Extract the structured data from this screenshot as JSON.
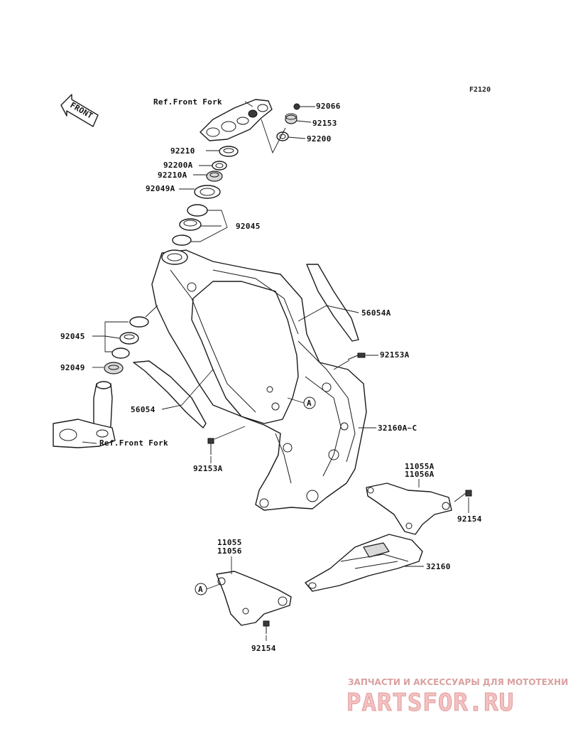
{
  "diagram_code": "F2120",
  "front_arrow_label": "FRONT",
  "ref_labels": {
    "top": "Ref.Front Fork",
    "bottom": "Ref.Front Fork"
  },
  "callout_marker": "A",
  "part_numbers": {
    "p92066": "92066",
    "p92153": "92153",
    "p92200": "92200",
    "p92210": "92210",
    "p92200A": "92200A",
    "p92210A": "92210A",
    "p92049A": "92049A",
    "p92045_top": "92045",
    "p56054A": "56054A",
    "p92153A_right": "92153A",
    "p92045_left": "92045",
    "p92049": "92049",
    "p56054": "56054",
    "p32160AC": "32160A~C",
    "p92153A_left": "92153A",
    "p11055A": "11055A",
    "p11056A": "11056A",
    "p92154_right": "92154",
    "p11055": "11055",
    "p11056": "11056",
    "p32160": "32160",
    "p92154_bottom": "92154"
  },
  "watermark": {
    "tagline": "ЗАПЧАСТИ И АКСЕССУАРЫ ДЛЯ МОТОТЕХНИКИ",
    "brand": "PARTSFOR.RU"
  }
}
